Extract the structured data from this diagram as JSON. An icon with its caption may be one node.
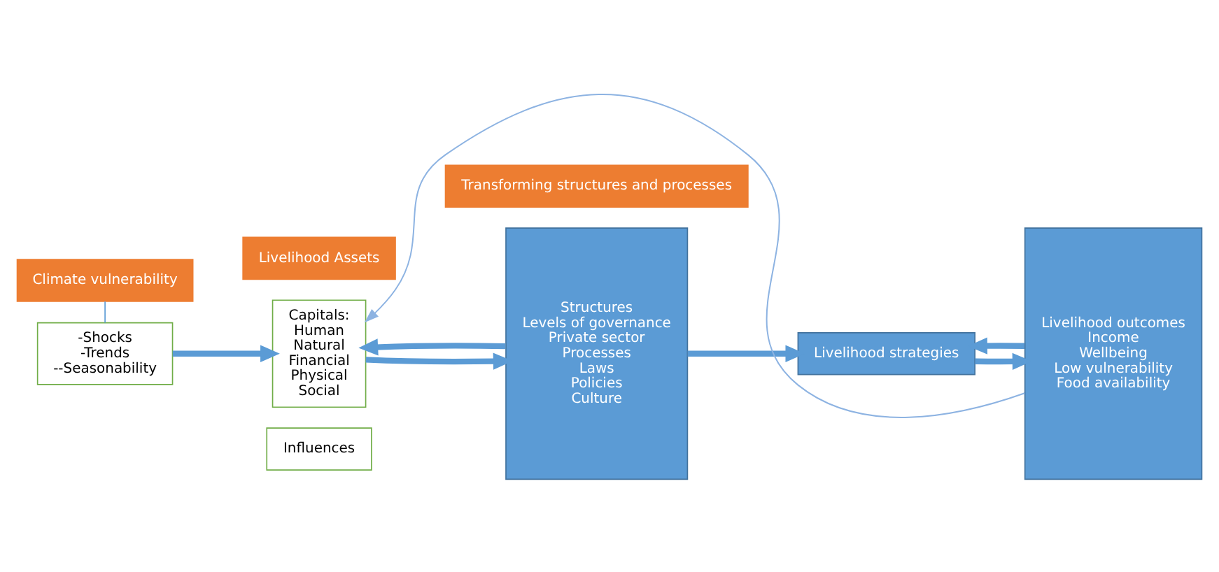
{
  "diagram": {
    "nodes": [
      {
        "text": [
          "Climate vulnerability"
        ]
      },
      {
        "text": [
          "-Shocks",
          "-Trends",
          "--Seasonability"
        ]
      },
      {
        "text": [
          "Livelihood Assets"
        ]
      },
      {
        "text": [
          "Capitals:",
          "Human",
          "Natural",
          "Financial",
          "Physical",
          "Social"
        ]
      },
      {
        "text": [
          "Influences"
        ]
      },
      {
        "text": [
          "Transforming structures and processes"
        ]
      },
      {
        "text": [
          "Structures",
          "Levels of governance",
          "Private sector",
          "Processes",
          "Laws",
          "Policies",
          "Culture"
        ]
      },
      {
        "text": [
          "Livelihood strategies"
        ]
      },
      {
        "text": [
          "Livelihood outcomes",
          "Income",
          "Wellbeing",
          "Low vulnerability",
          "Food availability"
        ]
      }
    ],
    "edges": [
      {
        "from": 0,
        "to": 1,
        "arrow": "none"
      },
      {
        "from": 1,
        "to": 3,
        "arrow": "to"
      },
      {
        "from": 3,
        "to": 6,
        "arrow": "to"
      },
      {
        "from": 6,
        "to": 3,
        "arrow": "to"
      },
      {
        "from": 6,
        "to": 7,
        "arrow": "to"
      },
      {
        "from": 7,
        "to": 8,
        "arrow": "to"
      },
      {
        "from": 8,
        "to": 7,
        "arrow": "to"
      },
      {
        "from": 8,
        "to": 3,
        "arrow": "to",
        "color": "#8db3e2"
      }
    ]
  }
}
